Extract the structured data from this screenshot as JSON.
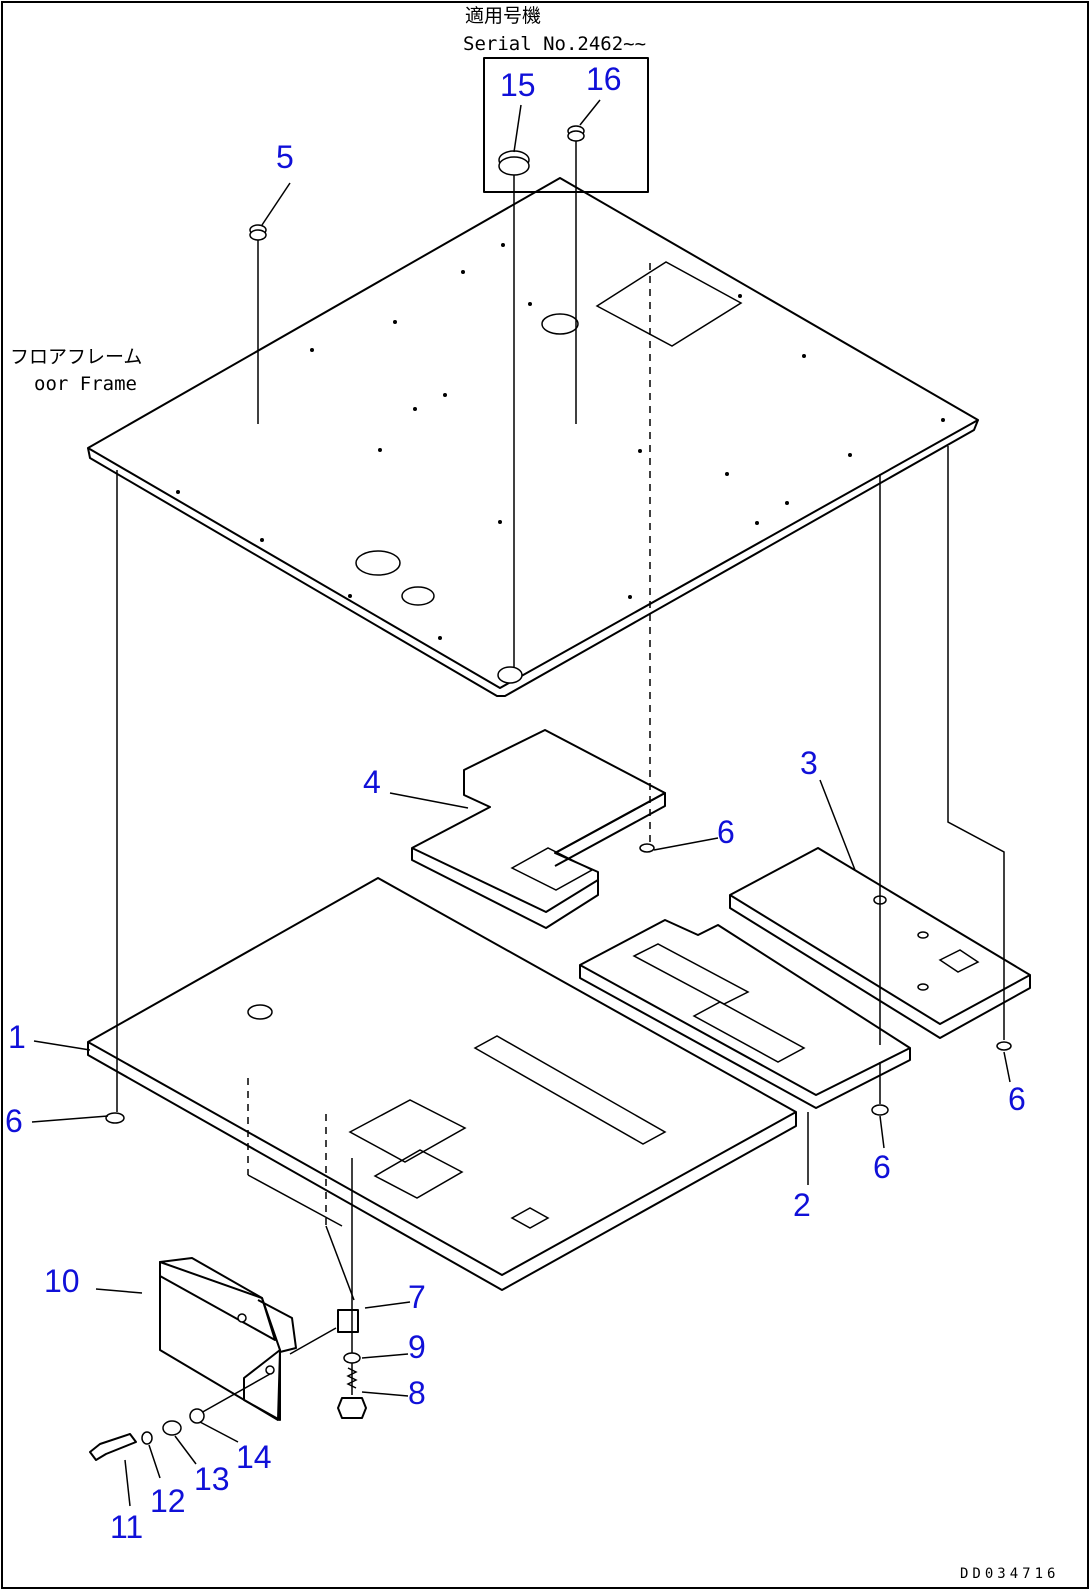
{
  "notes": {
    "serial_jp": "適用号機",
    "serial_en": "Serial No.2462~~",
    "floor_jp": "フロアフレーム",
    "floor_en": "oor Frame",
    "drawing_code": "DD034716"
  },
  "part_labels": [
    "1",
    "2",
    "3",
    "4",
    "5",
    "6",
    "6",
    "6",
    "6",
    "7",
    "8",
    "9",
    "10",
    "11",
    "12",
    "13",
    "14",
    "15",
    "16"
  ],
  "colors": {
    "label": "#1010d8",
    "line": "#000000"
  }
}
